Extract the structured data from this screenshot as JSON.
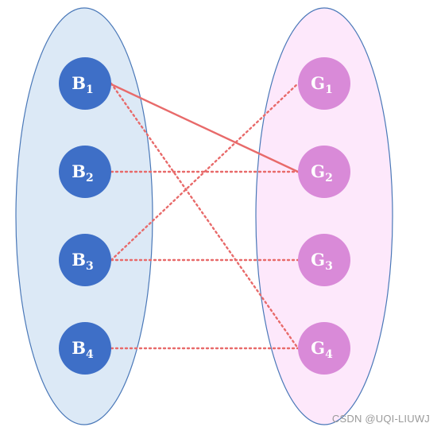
{
  "groups": {
    "left": {
      "fill": "#dce9f6",
      "stroke": "#4a78b8",
      "nodes": [
        {
          "letter": "B",
          "sub": "1"
        },
        {
          "letter": "B",
          "sub": "2"
        },
        {
          "letter": "B",
          "sub": "3"
        },
        {
          "letter": "B",
          "sub": "4"
        }
      ],
      "node_fill": "#3e6fc7"
    },
    "right": {
      "fill": "#fde8fb",
      "stroke": "#4a78b8",
      "nodes": [
        {
          "letter": "G",
          "sub": "1"
        },
        {
          "letter": "G",
          "sub": "2"
        },
        {
          "letter": "G",
          "sub": "3"
        },
        {
          "letter": "G",
          "sub": "4"
        }
      ],
      "node_fill": "#d98ad8"
    }
  },
  "edges": [
    {
      "from": "B1",
      "to": "G2",
      "style": "solid"
    },
    {
      "from": "B1",
      "to": "G4",
      "style": "dotted"
    },
    {
      "from": "B2",
      "to": "G2",
      "style": "dotted"
    },
    {
      "from": "B3",
      "to": "G1",
      "style": "dotted"
    },
    {
      "from": "B3",
      "to": "G3",
      "style": "dotted"
    },
    {
      "from": "B4",
      "to": "G4",
      "style": "dotted"
    }
  ],
  "edge_color": "#e86a6a",
  "watermark": "CSDN @UQI-LIUWJ"
}
